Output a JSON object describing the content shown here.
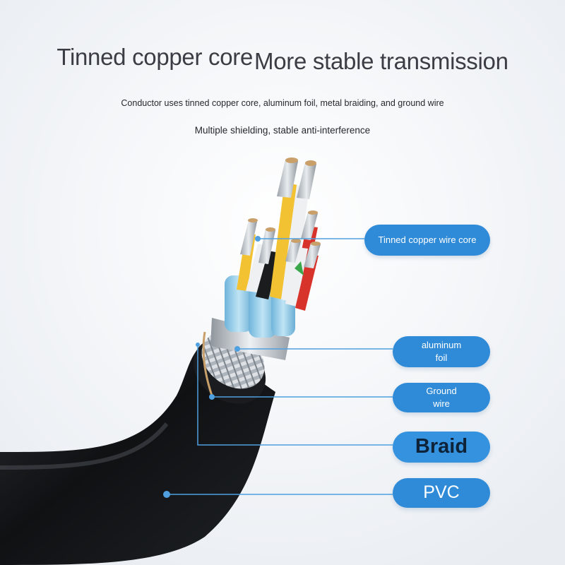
{
  "headline": {
    "part1": "Tinned copper core",
    "part2": "More stable transmission"
  },
  "subtitle_1": "Conductor uses tinned copper core, aluminum foil, metal braiding, and ground wire",
  "subtitle_2": "Multiple shielding, stable anti-interference",
  "callouts": [
    {
      "line1": "Tinned copper wire core",
      "line2": ""
    },
    {
      "line1": "aluminum",
      "line2": "foil"
    },
    {
      "line1": "Ground",
      "line2": "wire"
    },
    {
      "line1": "Braid",
      "line2": ""
    },
    {
      "line1": "PVC",
      "line2": ""
    }
  ],
  "colors": {
    "callout_blue": "#2f8bd8",
    "leader_line": "#4fa0e0",
    "jacket": "#141619",
    "braid": "#c7ccd2",
    "foil_blue": "#8ec8e6",
    "wire_yellow": "#f2c233",
    "wire_red": "#d8332b",
    "wire_white": "#eef0f2",
    "wire_black": "#1b1c1e",
    "wire_green": "#3aa84a",
    "copper": "#c9a06a"
  }
}
